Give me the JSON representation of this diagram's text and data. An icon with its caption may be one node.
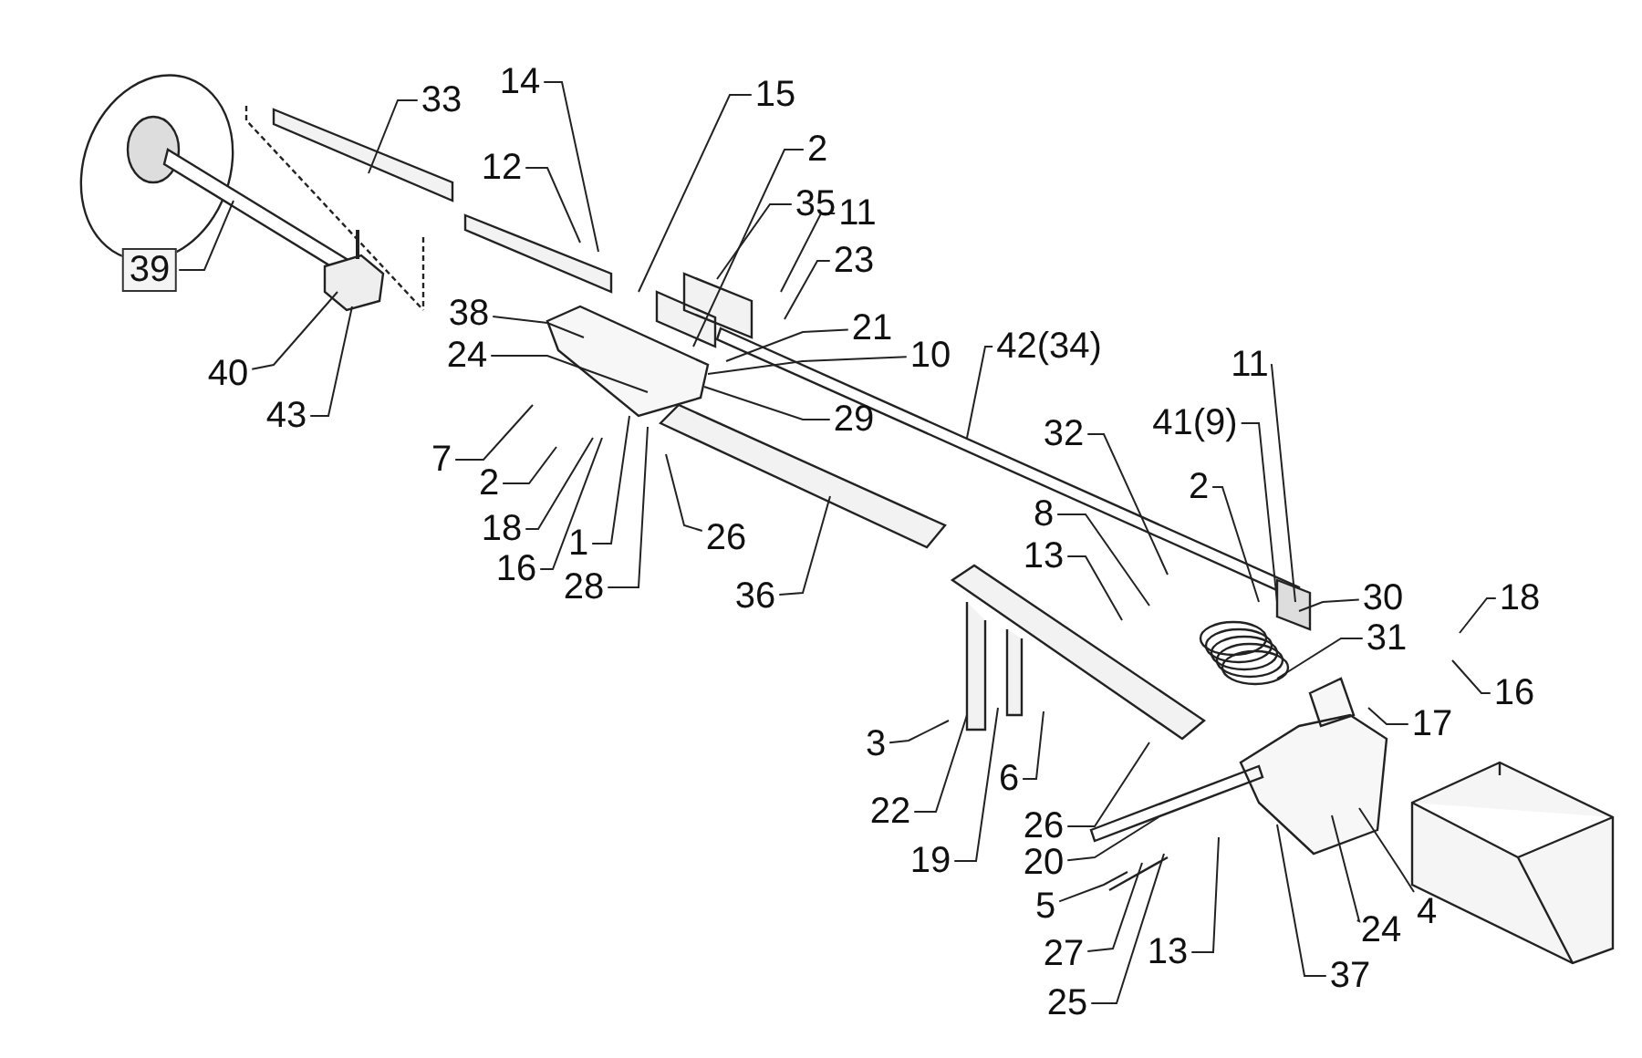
{
  "diagram": {
    "nodes": [
      {
        "text": [
          "14"
        ]
      },
      {
        "text": [
          "15"
        ]
      },
      {
        "text": [
          "33"
        ]
      },
      {
        "text": [
          "2"
        ]
      },
      {
        "text": [
          "12"
        ]
      },
      {
        "text": [
          "35"
        ]
      },
      {
        "text": [
          "11"
        ]
      },
      {
        "text": [
          "23"
        ]
      },
      {
        "text": [
          "39"
        ]
      },
      {
        "text": [
          "38"
        ]
      },
      {
        "text": [
          "21"
        ]
      },
      {
        "text": [
          "42(34)"
        ]
      },
      {
        "text": [
          "10"
        ]
      },
      {
        "text": [
          "11"
        ]
      },
      {
        "text": [
          "24"
        ]
      },
      {
        "text": [
          "40"
        ]
      },
      {
        "text": [
          "43"
        ]
      },
      {
        "text": [
          "29"
        ]
      },
      {
        "text": [
          "41(9)"
        ]
      },
      {
        "text": [
          "32"
        ]
      },
      {
        "text": [
          "7"
        ]
      },
      {
        "text": [
          "2"
        ]
      },
      {
        "text": [
          "2"
        ]
      },
      {
        "text": [
          "8"
        ]
      },
      {
        "text": [
          "18"
        ]
      },
      {
        "text": [
          "26"
        ]
      },
      {
        "text": [
          "1"
        ]
      },
      {
        "text": [
          "13"
        ]
      },
      {
        "text": [
          "16"
        ]
      },
      {
        "text": [
          "28"
        ]
      },
      {
        "text": [
          "36"
        ]
      },
      {
        "text": [
          "30"
        ]
      },
      {
        "text": [
          "18"
        ]
      },
      {
        "text": [
          "31"
        ]
      },
      {
        "text": [
          "16"
        ]
      },
      {
        "text": [
          "17"
        ]
      },
      {
        "text": [
          "3"
        ]
      },
      {
        "text": [
          "6"
        ]
      },
      {
        "text": [
          "22"
        ]
      },
      {
        "text": [
          "26"
        ]
      },
      {
        "text": [
          "19"
        ]
      },
      {
        "text": [
          "20"
        ]
      },
      {
        "text": [
          "4"
        ]
      },
      {
        "text": [
          "5"
        ]
      },
      {
        "text": [
          "24"
        ]
      },
      {
        "text": [
          "13"
        ]
      },
      {
        "text": [
          "27"
        ]
      },
      {
        "text": [
          "37"
        ]
      },
      {
        "text": [
          "25"
        ]
      }
    ],
    "edges": [
      {
        "from": 0,
        "to": null,
        "arrow": "none"
      },
      {
        "from": 1,
        "to": null,
        "arrow": "none"
      },
      {
        "from": 2,
        "to": null,
        "arrow": "none"
      },
      {
        "from": 3,
        "to": null,
        "arrow": "none"
      },
      {
        "from": 4,
        "to": null,
        "arrow": "none"
      },
      {
        "from": 5,
        "to": null,
        "arrow": "none"
      },
      {
        "from": 6,
        "to": null,
        "arrow": "none"
      },
      {
        "from": 7,
        "to": null,
        "arrow": "none"
      },
      {
        "from": 8,
        "to": null,
        "arrow": "none"
      },
      {
        "from": 9,
        "to": null,
        "arrow": "none"
      },
      {
        "from": 10,
        "to": null,
        "arrow": "none"
      },
      {
        "from": 11,
        "to": null,
        "arrow": "none"
      },
      {
        "from": 12,
        "to": null,
        "arrow": "none"
      },
      {
        "from": 13,
        "to": null,
        "arrow": "none"
      },
      {
        "from": 14,
        "to": null,
        "arrow": "none"
      },
      {
        "from": 15,
        "to": null,
        "arrow": "none"
      },
      {
        "from": 16,
        "to": null,
        "arrow": "none"
      },
      {
        "from": 17,
        "to": null,
        "arrow": "none"
      },
      {
        "from": 18,
        "to": null,
        "arrow": "none"
      },
      {
        "from": 19,
        "to": null,
        "arrow": "none"
      },
      {
        "from": 20,
        "to": null,
        "arrow": "none"
      },
      {
        "from": 21,
        "to": null,
        "arrow": "none"
      },
      {
        "from": 22,
        "to": null,
        "arrow": "none"
      },
      {
        "from": 23,
        "to": null,
        "arrow": "none"
      },
      {
        "from": 24,
        "to": null,
        "arrow": "none"
      },
      {
        "from": 25,
        "to": null,
        "arrow": "none"
      },
      {
        "from": 26,
        "to": null,
        "arrow": "none"
      },
      {
        "from": 27,
        "to": null,
        "arrow": "none"
      },
      {
        "from": 28,
        "to": null,
        "arrow": "none"
      },
      {
        "from": 29,
        "to": null,
        "arrow": "none"
      },
      {
        "from": 30,
        "to": null,
        "arrow": "none"
      },
      {
        "from": 31,
        "to": null,
        "arrow": "none"
      },
      {
        "from": 32,
        "to": null,
        "arrow": "none"
      },
      {
        "from": 33,
        "to": null,
        "arrow": "none"
      },
      {
        "from": 34,
        "to": null,
        "arrow": "none"
      },
      {
        "from": 35,
        "to": null,
        "arrow": "none"
      },
      {
        "from": 36,
        "to": null,
        "arrow": "none"
      },
      {
        "from": 37,
        "to": null,
        "arrow": "none"
      },
      {
        "from": 38,
        "to": null,
        "arrow": "none"
      },
      {
        "from": 39,
        "to": null,
        "arrow": "none"
      },
      {
        "from": 40,
        "to": null,
        "arrow": "none"
      },
      {
        "from": 41,
        "to": null,
        "arrow": "none"
      },
      {
        "from": 42,
        "to": null,
        "arrow": "none"
      },
      {
        "from": 43,
        "to": null,
        "arrow": "none"
      },
      {
        "from": 44,
        "to": null,
        "arrow": "none"
      },
      {
        "from": 45,
        "to": null,
        "arrow": "none"
      },
      {
        "from": 46,
        "to": null,
        "arrow": "none"
      },
      {
        "from": 47,
        "to": null,
        "arrow": "none"
      },
      {
        "from": 48,
        "to": null,
        "arrow": "none"
      }
    ]
  }
}
